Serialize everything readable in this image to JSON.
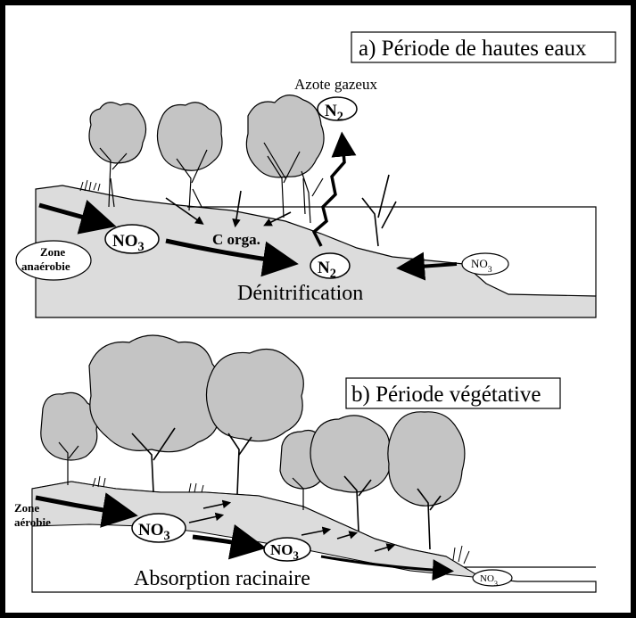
{
  "panel_a": {
    "title": "a) Période de hautes eaux",
    "gas_label": "Azote gazeux",
    "n2_top": "N2",
    "n2_ground": "N2",
    "zone": [
      "Zone",
      "anaérobie"
    ],
    "no3_left": "NO3",
    "no3_right": "NO3",
    "corga": "C orga.",
    "process": "Dénitrification"
  },
  "panel_b": {
    "title": "b) Période végétative",
    "zone": [
      "Zone",
      "aérobie"
    ],
    "no3_left": "NO3",
    "no3_mid": "NO3",
    "no3_right": "NO3",
    "process": "Absorption racinaire"
  },
  "colors": {
    "ground": "#dcdcdc",
    "foliage": "#c4c4c4",
    "ink": "#000000"
  }
}
